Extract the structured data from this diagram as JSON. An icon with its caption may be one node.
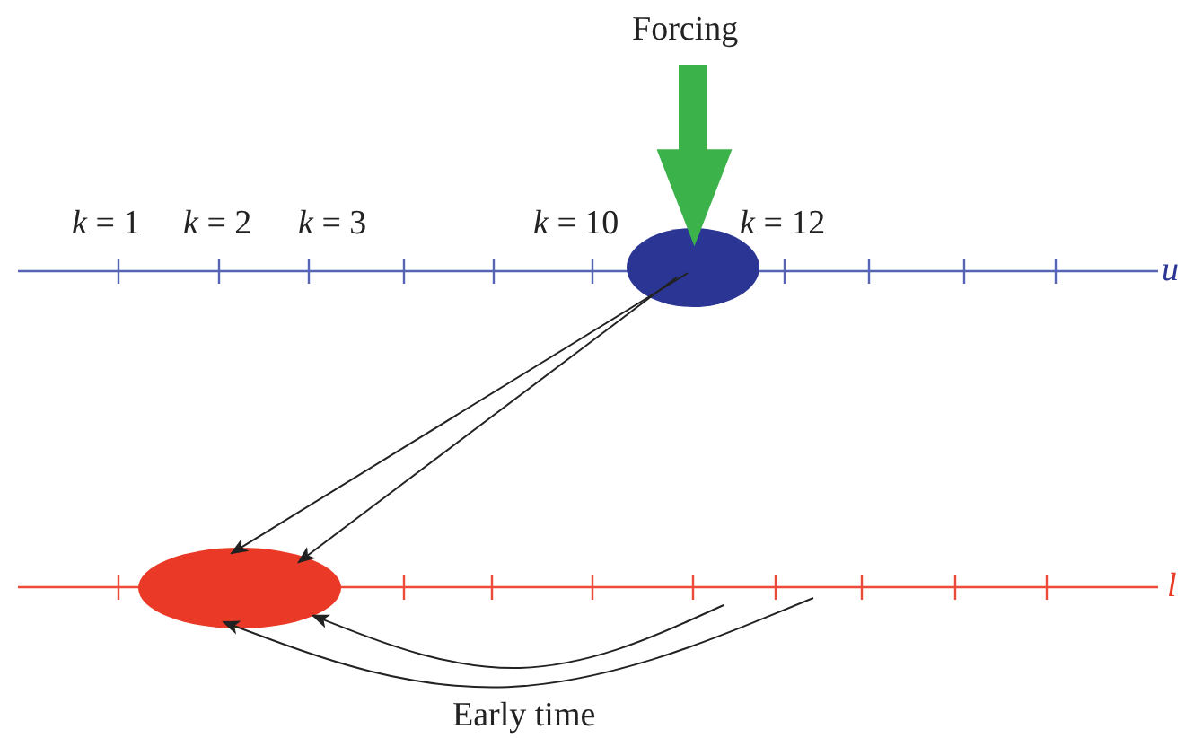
{
  "diagram": {
    "nodes": [
      {
        "text": [
          "Forcing"
        ]
      },
      {
        "text": [],
        "shape": "circle"
      },
      {
        "text": [],
        "shape": "circle"
      }
    ],
    "edges": [
      {
        "from": 0,
        "to": 1,
        "arrow": "to",
        "style": "thick",
        "color": "#3cb34a"
      },
      {
        "from": 1,
        "to": 2,
        "arrow": "to"
      },
      {
        "from": 1,
        "to": 2,
        "arrow": "to"
      },
      {
        "from": null,
        "to": 2,
        "arrow": "to"
      },
      {
        "from": null,
        "to": 2,
        "arrow": "to"
      }
    ],
    "labels": [
      "*k* = 1",
      "*k* = 2",
      "*k* = 3",
      "*k* = 10",
      "*k* = 12",
      "u",
      "l",
      "Early time"
    ]
  }
}
